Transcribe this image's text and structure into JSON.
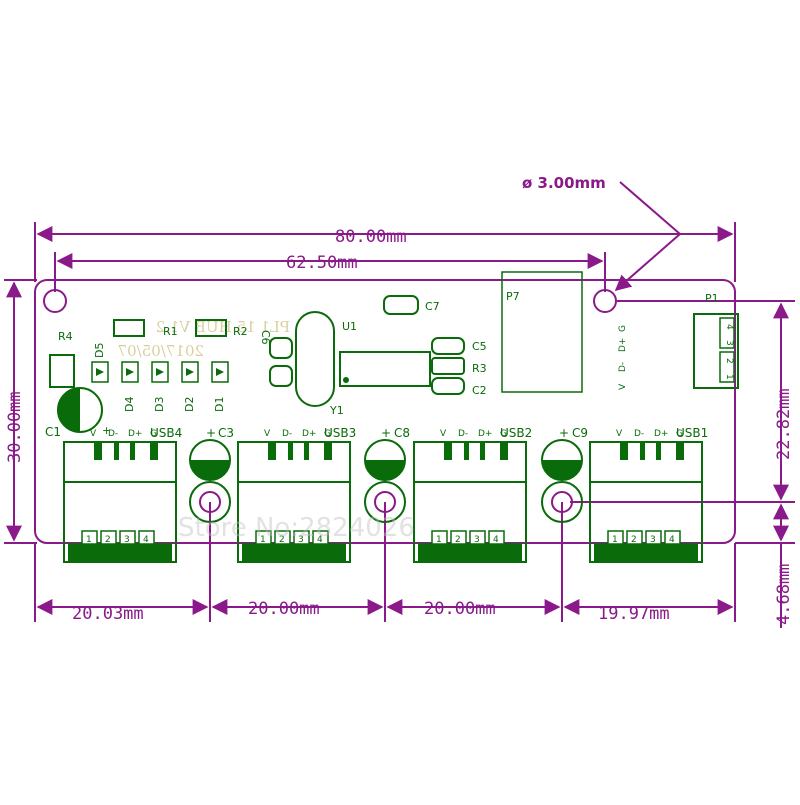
{
  "dimensions": {
    "total_width": "80.00mm",
    "hole_spacing": "62.50mm",
    "height": "30.00mm",
    "hole_to_usb_offset": "22.82mm",
    "usb_hole_to_edge": "4.68mm",
    "seg1": "20.03mm",
    "seg2": "20.00mm",
    "seg3": "20.00mm",
    "seg4": "19.97mm",
    "hole_diameter": "ø 3.00mm"
  },
  "silkscreen": {
    "r4": "R4",
    "r1": "R1",
    "r2": "R2",
    "r3": "R3",
    "d1": "D1",
    "d2": "D2",
    "d3": "D3",
    "d4": "D4",
    "d5": "D5",
    "c1": "C1",
    "c2": "C2",
    "c3": "C3",
    "c5": "C5",
    "c6": "C6",
    "c7": "C7",
    "c8": "C8",
    "c9": "C9",
    "u1": "U1",
    "y1": "Y1",
    "p7": "P7",
    "p1": "P1",
    "usb1": "USB1",
    "usb2": "USB2",
    "usb3": "USB3",
    "usb4": "USB4",
    "plus": "+",
    "pin_labels": [
      "V",
      "D-",
      "D+",
      "G"
    ],
    "pin_numbers": [
      "1",
      "2",
      "3",
      "4"
    ],
    "p1_pins": [
      "4",
      "3",
      "2",
      "1"
    ],
    "board_text_line1": "PL1 15 HUB V1.2",
    "board_text_line2": "2017/05/07"
  },
  "watermark": "Store No:2824026",
  "colors": {
    "dimension": "#8a1a8a",
    "silkscreen": "#0a6b0a",
    "board_outline": "#8a1a8a",
    "ghost_text": "#d9d0a0"
  }
}
